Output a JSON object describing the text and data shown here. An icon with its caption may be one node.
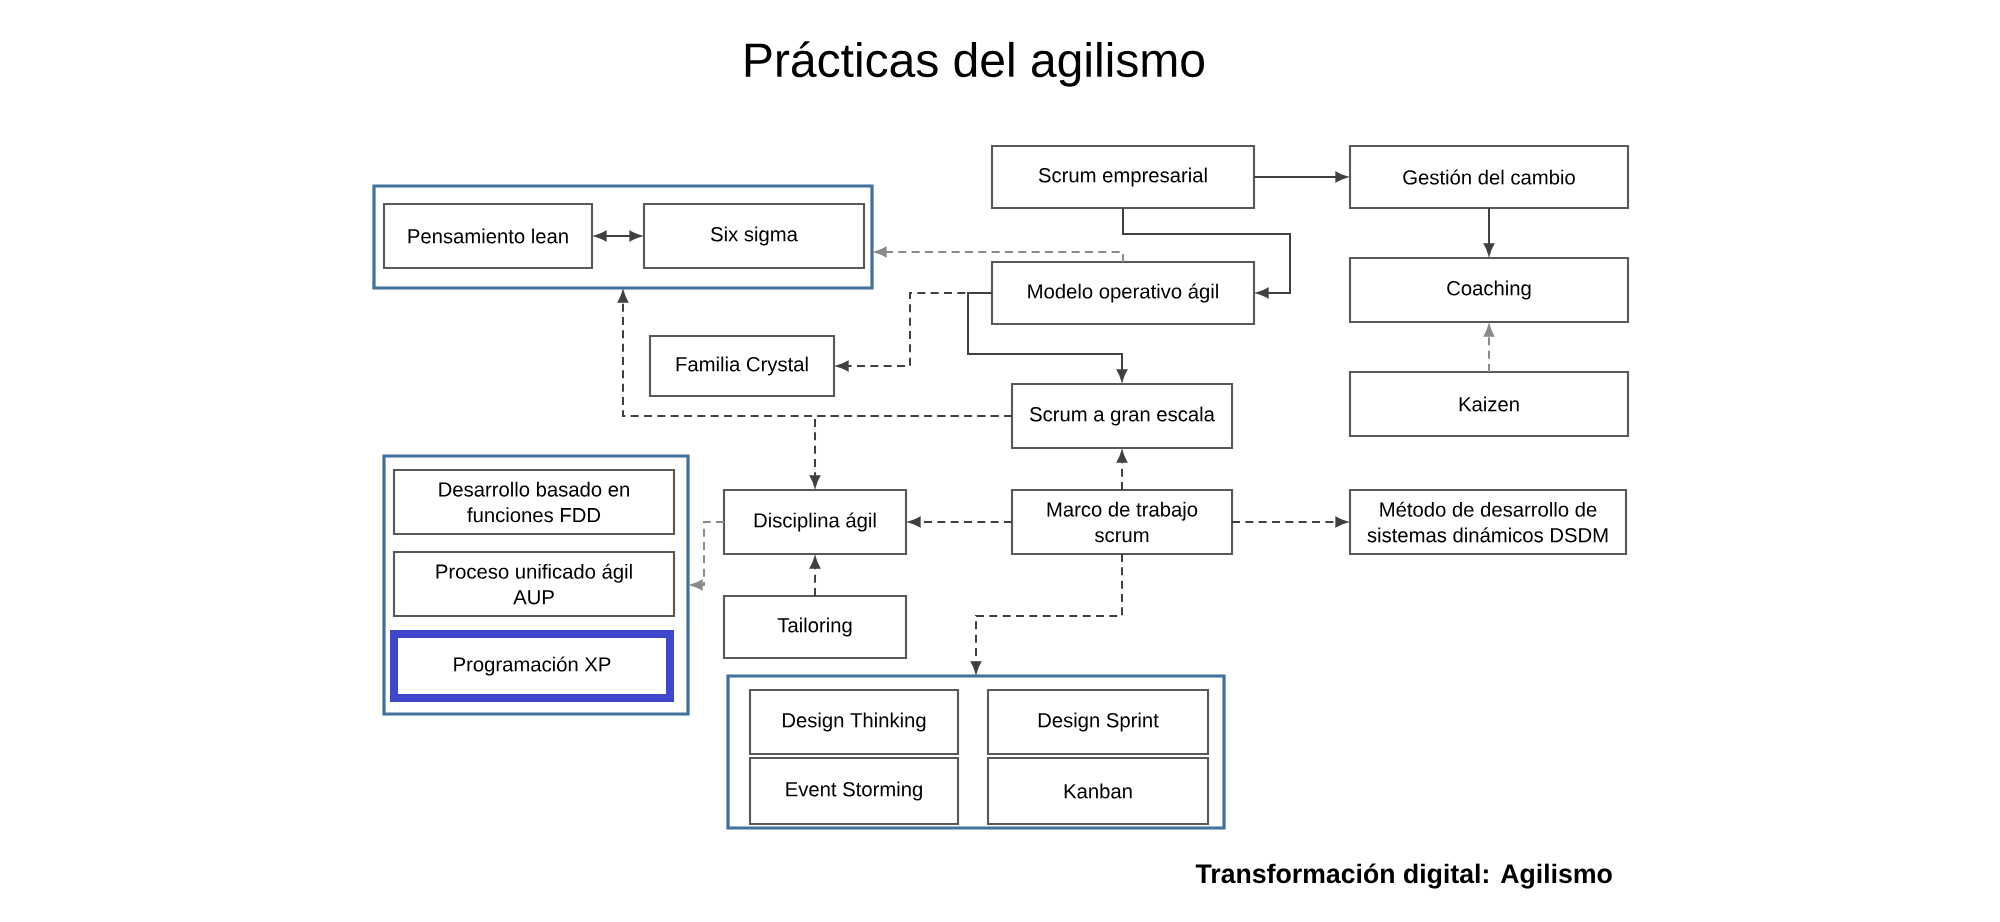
{
  "diagram": {
    "title": "Prácticas del agilismo",
    "caption": "Transformación digital: Agilismo",
    "nodes": [
      {
        "text": [],
        "shape": "box"
      },
      {
        "text": [
          "Pensamiento lean"
        ],
        "in": 0
      },
      {
        "text": [
          "Six sigma"
        ],
        "in": 0
      },
      {
        "text": [
          "Scrum empresarial"
        ]
      },
      {
        "text": [
          "Gestión del cambio"
        ]
      },
      {
        "text": [
          "Modelo operativo ágil"
        ]
      },
      {
        "text": [
          "Coaching"
        ]
      },
      {
        "text": [
          "Familia Crystal"
        ]
      },
      {
        "text": [
          "Scrum a gran escala"
        ]
      },
      {
        "text": [
          "Kaizen"
        ]
      },
      {
        "text": [],
        "shape": "box"
      },
      {
        "text": [
          "Desarrollo basado en funciones FDD"
        ],
        "in": 10
      },
      {
        "text": [
          "Proceso unificado ágil AUP"
        ],
        "in": 10
      },
      {
        "text": [
          "Programación XP"
        ],
        "in": 10
      },
      {
        "text": [
          "Disciplina ágil"
        ]
      },
      {
        "text": [
          "Marco de trabajo scrum"
        ]
      },
      {
        "text": [
          "Método de desarrollo de sistemas dinámicos DSDM"
        ]
      },
      {
        "text": [
          "Tailoring"
        ]
      },
      {
        "text": [],
        "shape": "box"
      },
      {
        "text": [
          "Design Thinking"
        ],
        "in": 18
      },
      {
        "text": [
          "Design Sprint"
        ],
        "in": 18
      },
      {
        "text": [
          "Event Storming"
        ],
        "in": 18
      },
      {
        "text": [
          "Kanban"
        ],
        "in": 18
      }
    ],
    "edges": [
      {
        "from": 1,
        "to": 2,
        "arrow": "both"
      },
      {
        "from": 3,
        "to": 4,
        "arrow": "to"
      },
      {
        "from": 3,
        "to": 5,
        "arrow": "to"
      },
      {
        "from": 5,
        "to": 0,
        "arrow": "to",
        "style": "dashed",
        "color": "#8a8a8a"
      },
      {
        "from": 5,
        "to": 7,
        "arrow": "to",
        "style": "dashed"
      },
      {
        "from": 5,
        "to": 8,
        "arrow": "to"
      },
      {
        "from": 4,
        "to": 6,
        "arrow": "to"
      },
      {
        "from": 9,
        "to": 6,
        "arrow": "to",
        "style": "dashed",
        "color": "#8a8a8a"
      },
      {
        "from": 8,
        "to": 0,
        "arrow": "to",
        "style": "dashed"
      },
      {
        "from": 8,
        "to": 14,
        "arrow": "to",
        "style": "dashed"
      },
      {
        "from": 15,
        "to": 8,
        "arrow": "to",
        "style": "dashed"
      },
      {
        "from": 15,
        "to": 14,
        "arrow": "to",
        "style": "dashed"
      },
      {
        "from": 15,
        "to": 16,
        "arrow": "to",
        "style": "dashed"
      },
      {
        "from": 15,
        "to": 18,
        "arrow": "to",
        "style": "dashed"
      },
      {
        "from": 14,
        "to": 10,
        "arrow": "to",
        "style": "dashed",
        "color": "#8a8a8a"
      },
      {
        "from": 17,
        "to": 14,
        "arrow": "to",
        "style": "dashed"
      }
    ]
  }
}
